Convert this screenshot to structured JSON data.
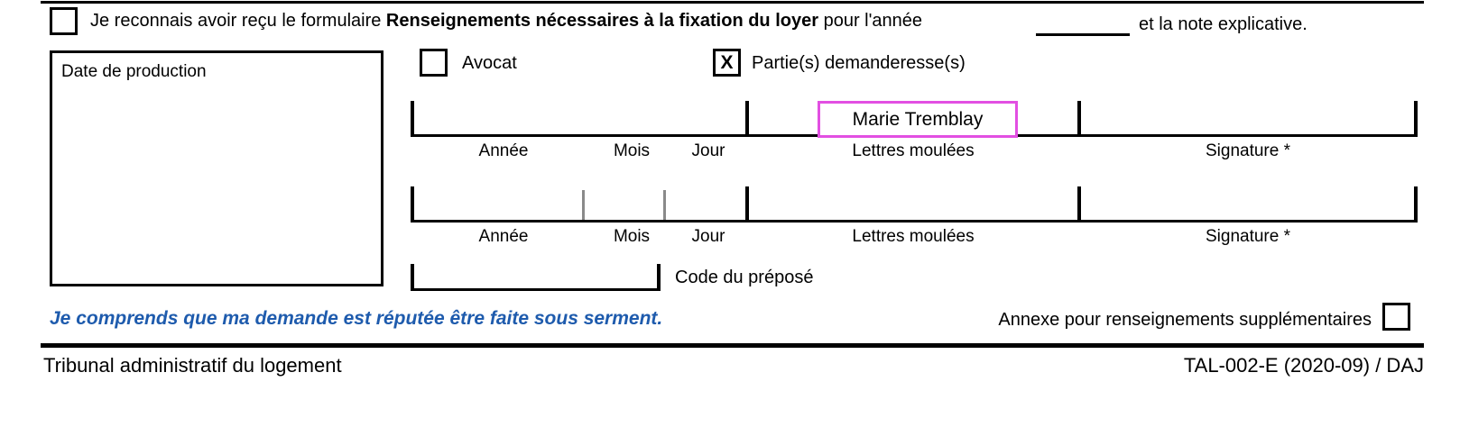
{
  "top": {
    "prefix": "Je reconnais avoir reçu le formulaire ",
    "bold": "Renseignements nécessaires à la fixation du loyer",
    "middle": " pour l'année",
    "year_value": "",
    "suffix": "et la note explicative."
  },
  "production_date": {
    "label": "Date de production"
  },
  "role": {
    "avocat": {
      "label": "Avocat",
      "checked": false
    },
    "partie": {
      "label": "Partie(s) demanderesse(s)",
      "checked": true,
      "glyph": "X"
    }
  },
  "signature_rows": [
    {
      "annee": "Année",
      "mois": "Mois",
      "jour": "Jour",
      "lettres": "Lettres moulées",
      "signature": "Signature *",
      "printed_name": "Marie Tremblay"
    },
    {
      "annee": "Année",
      "mois": "Mois",
      "jour": "Jour",
      "lettres": "Lettres moulées",
      "signature": "Signature *",
      "printed_name": ""
    }
  ],
  "code_prepose": {
    "label": "Code du préposé"
  },
  "statement": {
    "text": "Je comprends que ma demande est réputée être faite sous serment."
  },
  "annexe": {
    "label": "Annexe pour renseignements supplémentaires",
    "checked": false
  },
  "footer": {
    "left": "Tribunal administratif du logement",
    "right": "TAL-002-E (2020-09) / DAJ"
  },
  "colors": {
    "highlight": "#e24fe2",
    "statement_blue": "#1e5bad"
  }
}
